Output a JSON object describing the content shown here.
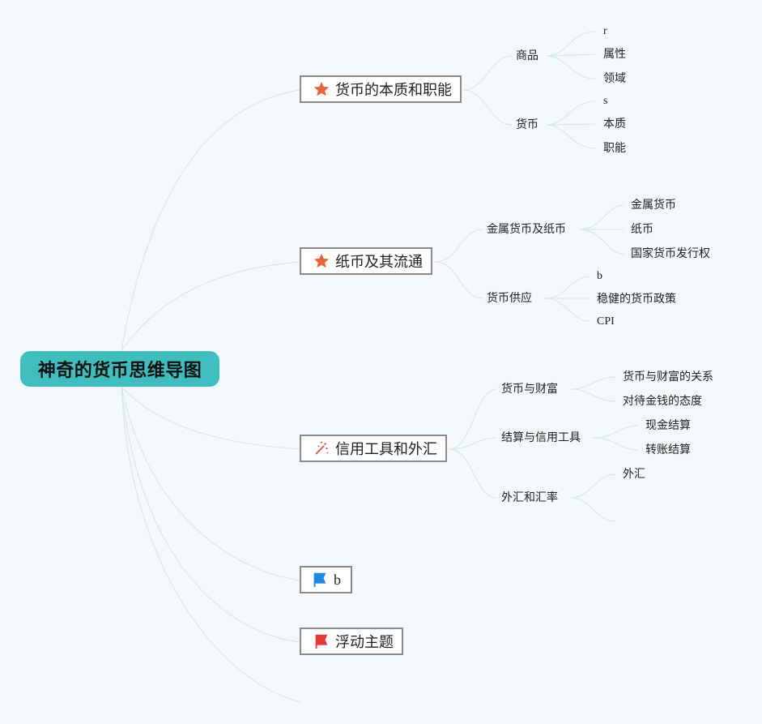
{
  "root": {
    "title": "神奇的货币思维导图"
  },
  "topics": [
    {
      "label": "货币的本质和职能",
      "icon": "star-icon",
      "subs": [
        {
          "label": "商品",
          "leaves": [
            "r",
            "属性",
            "领域"
          ]
        },
        {
          "label": "货币",
          "leaves": [
            "s",
            "本质",
            "职能"
          ]
        }
      ]
    },
    {
      "label": "纸币及其流通",
      "icon": "star-icon",
      "subs": [
        {
          "label": "金属货币及纸币",
          "leaves": [
            "金属货币",
            "纸币",
            "国家货币发行权"
          ]
        },
        {
          "label": "货币供应",
          "leaves": [
            "b",
            "稳健的货币政策",
            "CPI"
          ]
        }
      ]
    },
    {
      "label": "信用工具和外汇",
      "icon": "magic-wand-icon",
      "subs": [
        {
          "label": "货币与财富",
          "leaves": [
            "货币与财富的关系",
            "对待金钱的态度"
          ]
        },
        {
          "label": "结算与信用工具",
          "leaves": [
            "现金结算",
            "转账结算"
          ]
        },
        {
          "label": "外汇和汇率",
          "leaves": [
            "外汇",
            ""
          ]
        }
      ]
    },
    {
      "label": "b",
      "icon": "blue-flag-icon",
      "subs": []
    },
    {
      "label": "浮动主题",
      "icon": "red-flag-icon",
      "subs": []
    }
  ],
  "colors": {
    "root_fill": "#3fbdbf",
    "link": "#cfe7e9",
    "star": "#e8643c",
    "blue_flag": "#1e88e5",
    "red_flag": "#e53935",
    "background": "#f4f8fa"
  }
}
